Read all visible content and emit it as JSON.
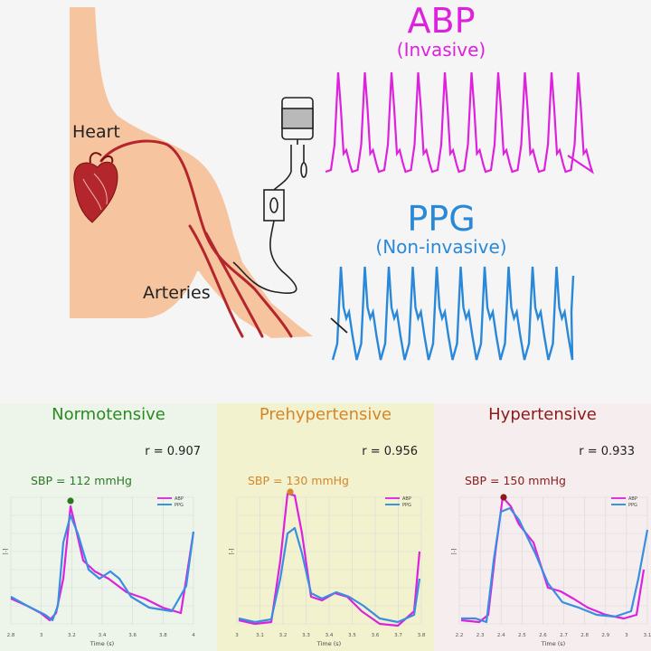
{
  "illustration": {
    "heart_label": "Heart",
    "arteries_label": "Arteries",
    "abp": {
      "title": "ABP",
      "subtitle": "(Invasive)",
      "color": "#dd22dd"
    },
    "ppg": {
      "title": "PPG",
      "subtitle": "(Non-invasive)",
      "color": "#2a88d8"
    },
    "icons": [
      "torso-silhouette",
      "heart-icon",
      "pressure-bag-icon",
      "transducer-icon",
      "arterial-line"
    ]
  },
  "panels": [
    {
      "title": "Normotensive",
      "title_color": "#2a8a22",
      "bg": "#edf4ea",
      "r": "r = 0.907",
      "sbp": "SBP = 112 mmHg",
      "sbp_color": "#2a7a22",
      "dot_color": "#2a7a22",
      "ticks": [
        "2.8",
        "3",
        "3.2",
        "3.4",
        "3.6",
        "3.8",
        "4"
      ],
      "xlabel": "Time (s)",
      "ylabel": "[-]",
      "legend": [
        "ABP",
        "PPG"
      ]
    },
    {
      "title": "Prehypertensive",
      "title_color": "#d4862a",
      "bg": "#f3f2cf",
      "r": "r = 0.956",
      "sbp": "SBP = 130 mmHg",
      "sbp_color": "#d4862a",
      "dot_color": "#d4862a",
      "ticks": [
        "3",
        "3.1",
        "3.2",
        "3.3",
        "3.4",
        "3.5",
        "3.6",
        "3.7",
        "3.8"
      ],
      "xlabel": "Time (s)",
      "ylabel": "[-]",
      "legend": [
        "ABP",
        "PPG"
      ]
    },
    {
      "title": "Hypertensive",
      "title_color": "#8b1a1a",
      "bg": "#f6eeee",
      "r": "r = 0.933",
      "sbp": "SBP = 150 mmHg",
      "sbp_color": "#8b1a1a",
      "dot_color": "#8b1a1a",
      "ticks": [
        "2.2",
        "2.3",
        "2.4",
        "2.5",
        "2.6",
        "2.7",
        "2.8",
        "2.9",
        "3",
        "3.1"
      ],
      "xlabel": "Time (s)",
      "ylabel": "[-]",
      "legend": [
        "ABP",
        "PPG"
      ]
    }
  ]
}
